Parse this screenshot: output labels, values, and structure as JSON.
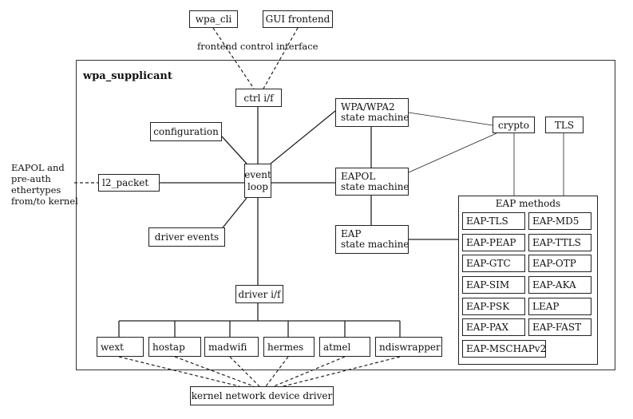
{
  "frontends": {
    "cli": "wpa_cli",
    "gui": "GUI frontend"
  },
  "frontend_label": "frontend control interface",
  "container_title": "wpa_supplicant",
  "left_label": [
    "EAPOL and",
    "pre-auth",
    "ethertypes",
    "from/to kernel"
  ],
  "nodes": {
    "ctrl": "ctrl i/f",
    "configuration": "configuration",
    "l2_packet": "l2_packet",
    "event_loop": [
      "event",
      "loop"
    ],
    "driver_events": "driver events",
    "driver_if": "driver i/f",
    "wpa_sm": [
      "WPA/WPA2",
      "state machine"
    ],
    "eapol_sm": [
      "EAPOL",
      "state machine"
    ],
    "eap_sm": [
      "EAP",
      "state machine"
    ],
    "crypto": "crypto",
    "tls": "TLS"
  },
  "eap_methods": {
    "title": "EAP methods",
    "items": [
      "EAP-TLS",
      "EAP-MD5",
      "EAP-PEAP",
      "EAP-TTLS",
      "EAP-GTC",
      "EAP-OTP",
      "EAP-SIM",
      "EAP-AKA",
      "EAP-PSK",
      "LEAP",
      "EAP-PAX",
      "EAP-FAST",
      "EAP-MSCHAPv2"
    ]
  },
  "drivers": [
    "wext",
    "hostap",
    "madwifi",
    "hermes",
    "atmel",
    "ndiswrapper"
  ],
  "kernel_driver": "kernel network device driver"
}
